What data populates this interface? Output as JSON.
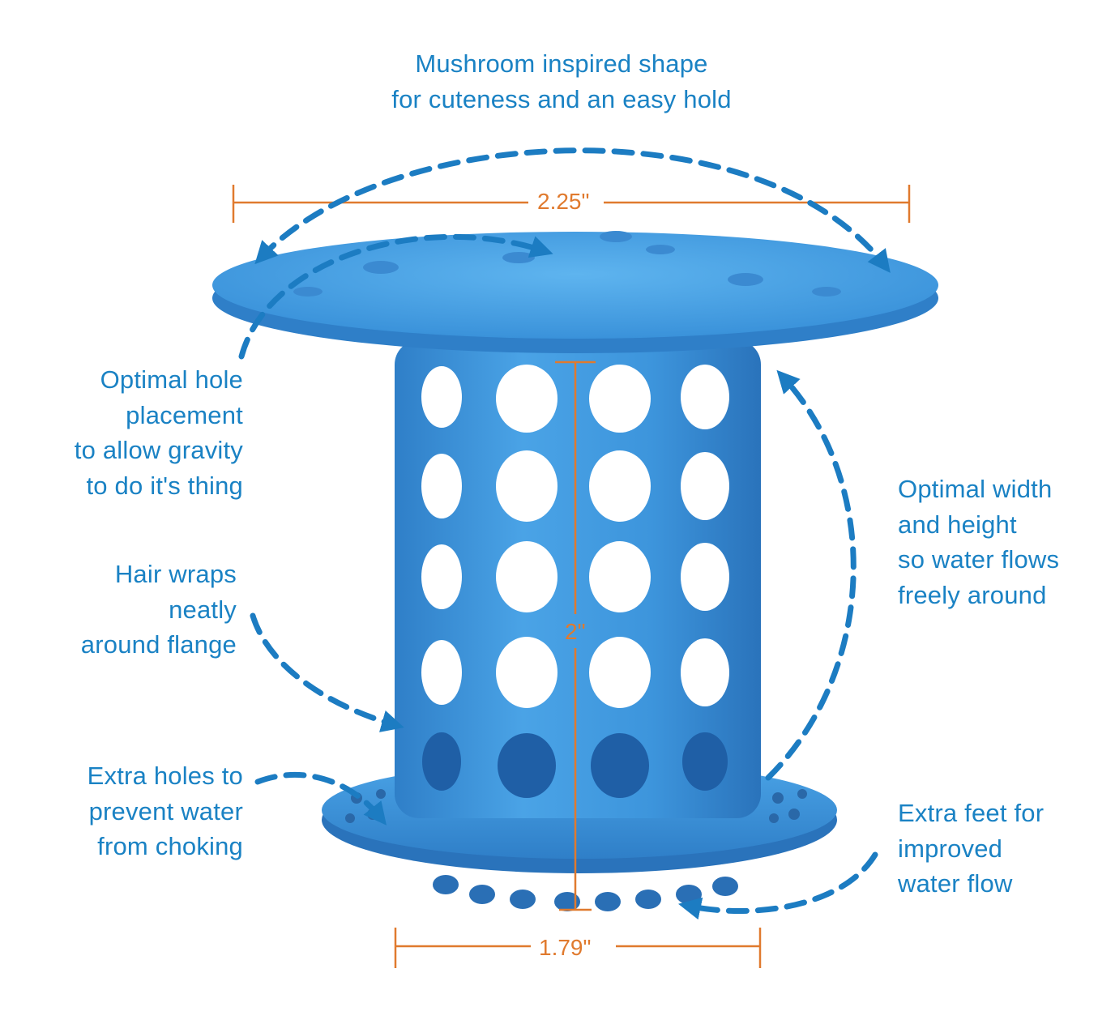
{
  "annotations": {
    "title": "Mushroom inspired shape\nfor cuteness and an easy hold",
    "hole_placement": "Optimal hole\nplacement\nto allow gravity\nto do it's thing",
    "hair_wraps": "Hair wraps\nneatly\naround flange",
    "extra_holes": "Extra holes to\nprevent water\nfrom choking",
    "width_height": "Optimal width\nand height\nso water flows\nfreely around",
    "extra_feet": "Extra feet for\nimproved\nwater flow"
  },
  "dimensions": {
    "top_width": "2.25\"",
    "height": "2\"",
    "bottom_width": "1.79\""
  },
  "colors": {
    "label_blue": "#1a82c4",
    "arrow_blue": "#1c7cc2",
    "dimension_orange": "#e07a2e",
    "product_blue": "#4aa3e6",
    "product_dark": "#2f7fc8",
    "background": "#ffffff"
  },
  "icons": {
    "product": "hair-catcher-strainer",
    "arrows": "dashed-curved-arrow"
  }
}
